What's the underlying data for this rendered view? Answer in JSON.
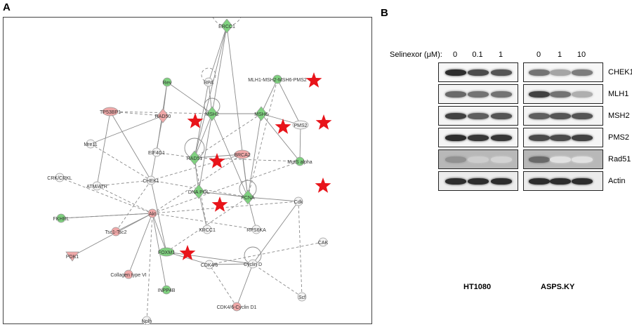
{
  "panel_a": {
    "letter": "A",
    "nodes": [
      {
        "id": "ercc1",
        "label": "ERCC1",
        "color": "green",
        "shape": "diamond"
      },
      {
        "id": "rev",
        "label": "Rev",
        "color": "green",
        "shape": "circle"
      },
      {
        "id": "rpa",
        "label": "RPA",
        "color": "white",
        "shape": "circle"
      },
      {
        "id": "mlh1msh",
        "label": "MLH1-MSH2-MSH6-PMS2",
        "color": "green",
        "shape": "circle"
      },
      {
        "id": "tp53bp1",
        "label": "TP53BP1",
        "color": "red",
        "shape": "ellipse"
      },
      {
        "id": "rad50",
        "label": "RAD50",
        "color": "red",
        "shape": "diamond"
      },
      {
        "id": "msh2",
        "label": "MSH2",
        "color": "green",
        "shape": "diamond"
      },
      {
        "id": "msh6",
        "label": "MSH6",
        "color": "green",
        "shape": "diamond"
      },
      {
        "id": "pms2",
        "label": "PMS2",
        "color": "white",
        "shape": "ellipse"
      },
      {
        "id": "mre11",
        "label": "Mre11",
        "color": "white",
        "shape": "circle"
      },
      {
        "id": "eif4g1",
        "label": "EIF4G1",
        "color": "white",
        "shape": "circle"
      },
      {
        "id": "rad51",
        "label": "RAD51",
        "color": "green",
        "shape": "diamond"
      },
      {
        "id": "brca2",
        "label": "BRCA2",
        "color": "red",
        "shape": "ellipse"
      },
      {
        "id": "mutsalpha",
        "label": "MutS alpha",
        "color": "green",
        "shape": "circle"
      },
      {
        "id": "crk",
        "label": "CRK/CRKL",
        "color": "white",
        "shape": "circle"
      },
      {
        "id": "chek1",
        "label": "CHEK1",
        "color": "white",
        "shape": "circle"
      },
      {
        "id": "atm",
        "label": "ATM/ATR",
        "color": "white",
        "shape": "circle"
      },
      {
        "id": "pcna",
        "label": "PCNA",
        "color": "green",
        "shape": "diamond"
      },
      {
        "id": "polk",
        "label": "DNA POL",
        "color": "green",
        "shape": "diamond"
      },
      {
        "id": "cdk",
        "label": "Cdk",
        "color": "white",
        "shape": "circle"
      },
      {
        "id": "fkhr",
        "label": "FKHRL",
        "color": "green",
        "shape": "circle"
      },
      {
        "id": "akt",
        "label": "Akt",
        "color": "red",
        "shape": "circle"
      },
      {
        "id": "tsc",
        "label": "Tsc1-Tsc2",
        "color": "red",
        "shape": "circle"
      },
      {
        "id": "xrcc1",
        "label": "XRCC1",
        "color": "white",
        "shape": "circle"
      },
      {
        "id": "rps6ka",
        "label": "RPS6KA",
        "color": "white",
        "shape": "circle"
      },
      {
        "id": "cak",
        "label": "CAK",
        "color": "white",
        "shape": "circle"
      },
      {
        "id": "pdk1",
        "label": "PDK1",
        "color": "red",
        "shape": "triangle"
      },
      {
        "id": "foxm1",
        "label": "FOXM1",
        "color": "green",
        "shape": "ellipse"
      },
      {
        "id": "cdk46",
        "label": "CDK4/6",
        "color": "white",
        "shape": "circle"
      },
      {
        "id": "cyclind",
        "label": "Cyclin D",
        "color": "white",
        "shape": "circle"
      },
      {
        "id": "collagen",
        "label": "Collagen type VI",
        "color": "red",
        "shape": "circle"
      },
      {
        "id": "inpp4b",
        "label": "INPP4B",
        "color": "green",
        "shape": "circle"
      },
      {
        "id": "scf",
        "label": "Scf",
        "color": "white",
        "shape": "circle"
      },
      {
        "id": "cdk46cyc",
        "label": "CDK4/6-Cyclin D1",
        "color": "red",
        "shape": "circle"
      },
      {
        "id": "nplh",
        "label": "Nplh",
        "color": "white",
        "shape": "circle"
      }
    ],
    "colors": {
      "green": "#7fd17f",
      "red": "#f0a8a8",
      "white": "#f4f4f4",
      "star": "#e8141a",
      "edge": "#8a8a8a"
    }
  },
  "panel_b": {
    "letter": "B",
    "treatment_label": "Selinexor (μM):",
    "ht1080": {
      "name": "HT1080",
      "concentrations": [
        "0",
        "0.1",
        "1"
      ]
    },
    "asps": {
      "name": "ASPS.KY",
      "concentrations": [
        "0",
        "1",
        "10"
      ]
    },
    "proteins": [
      {
        "name": "CHEK1",
        "ht": [
          0.95,
          0.8,
          0.75
        ],
        "asps": [
          0.6,
          0.35,
          0.55
        ],
        "bg": "#f7f7f7"
      },
      {
        "name": "MLH1",
        "ht": [
          0.65,
          0.6,
          0.6
        ],
        "asps": [
          0.85,
          0.6,
          0.3
        ],
        "bg": "#f5f5f5"
      },
      {
        "name": "MSH2",
        "ht": [
          0.85,
          0.7,
          0.75
        ],
        "asps": [
          0.7,
          0.75,
          0.75
        ],
        "bg": "#f5f5f5"
      },
      {
        "name": "PMS2",
        "ht": [
          0.95,
          0.9,
          0.9
        ],
        "asps": [
          0.8,
          0.8,
          0.85
        ],
        "bg": "#f5f5f5"
      },
      {
        "name": "Rad51",
        "ht": [
          0.45,
          0.15,
          0.12
        ],
        "asps": [
          0.65,
          0.05,
          0.05
        ],
        "bg": "#b8b8b8"
      },
      {
        "name": "Actin",
        "ht": [
          0.95,
          0.95,
          0.95
        ],
        "asps": [
          0.95,
          0.95,
          0.95
        ],
        "bg": "#ececec"
      }
    ]
  }
}
